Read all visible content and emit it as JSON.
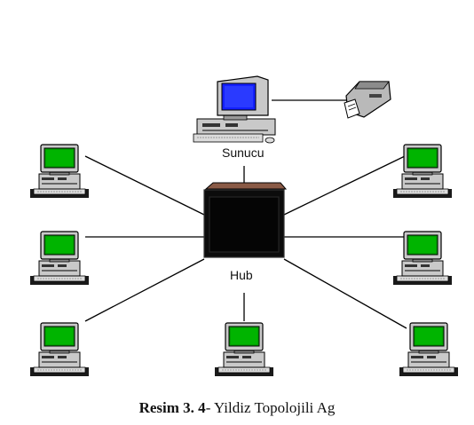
{
  "diagram": {
    "server_label": "Sunucu",
    "hub_label": "Hub",
    "caption_bold": "Resim 3. 4",
    "caption_rest": "- Yildiz Topolojili Ag",
    "colors": {
      "screen_green": "#00a000",
      "server_screen": "#1420ff",
      "hub_body": "#0c0c0c",
      "hub_top": "#8a5a46",
      "case_gray": "#c9c9c9",
      "line": "#000000"
    },
    "nodes": [
      {
        "name": "workstation-top-left"
      },
      {
        "name": "workstation-top-right"
      },
      {
        "name": "workstation-middle-left"
      },
      {
        "name": "workstation-middle-right"
      },
      {
        "name": "workstation-bottom-left"
      },
      {
        "name": "workstation-bottom-center"
      },
      {
        "name": "workstation-bottom-right"
      }
    ]
  }
}
